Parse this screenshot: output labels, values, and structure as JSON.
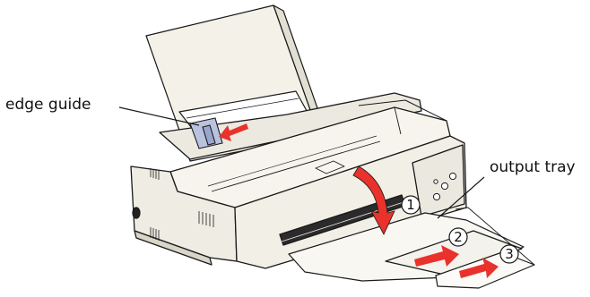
{
  "labels": {
    "edge_guide": "edge guide",
    "output_tray": "output tray"
  },
  "steps": [
    "1",
    "2",
    "3"
  ],
  "colors": {
    "printer_body": "#f6f4ec",
    "printer_outline": "#1a1a1a",
    "accent_arrow": "#e8322b",
    "edge_guide_tint": "#b9c2df"
  }
}
